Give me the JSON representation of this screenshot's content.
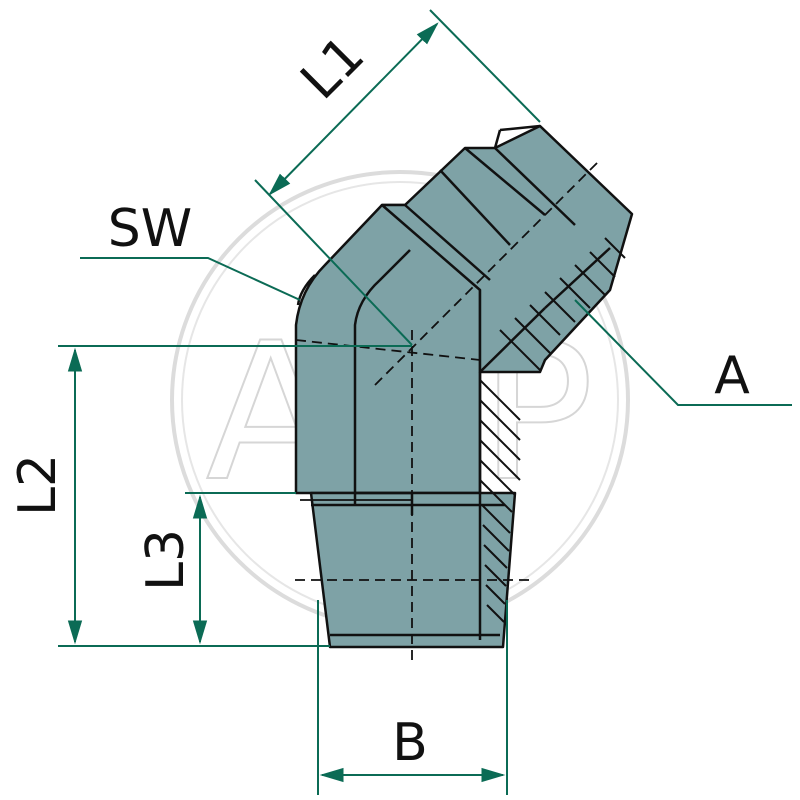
{
  "diagram": {
    "type": "45-degree elbow fitting dimension drawing",
    "watermark": "AGP",
    "labels": {
      "l1": "L1",
      "sw": "SW",
      "a": "A",
      "l2": "L2",
      "l3": "L3",
      "b": "B"
    },
    "colors": {
      "body_fill": "#7ea2a6",
      "outline": "#111111",
      "dimension": "#0b6b55",
      "background": "#ffffff",
      "watermark": "#d9d9d9"
    }
  }
}
